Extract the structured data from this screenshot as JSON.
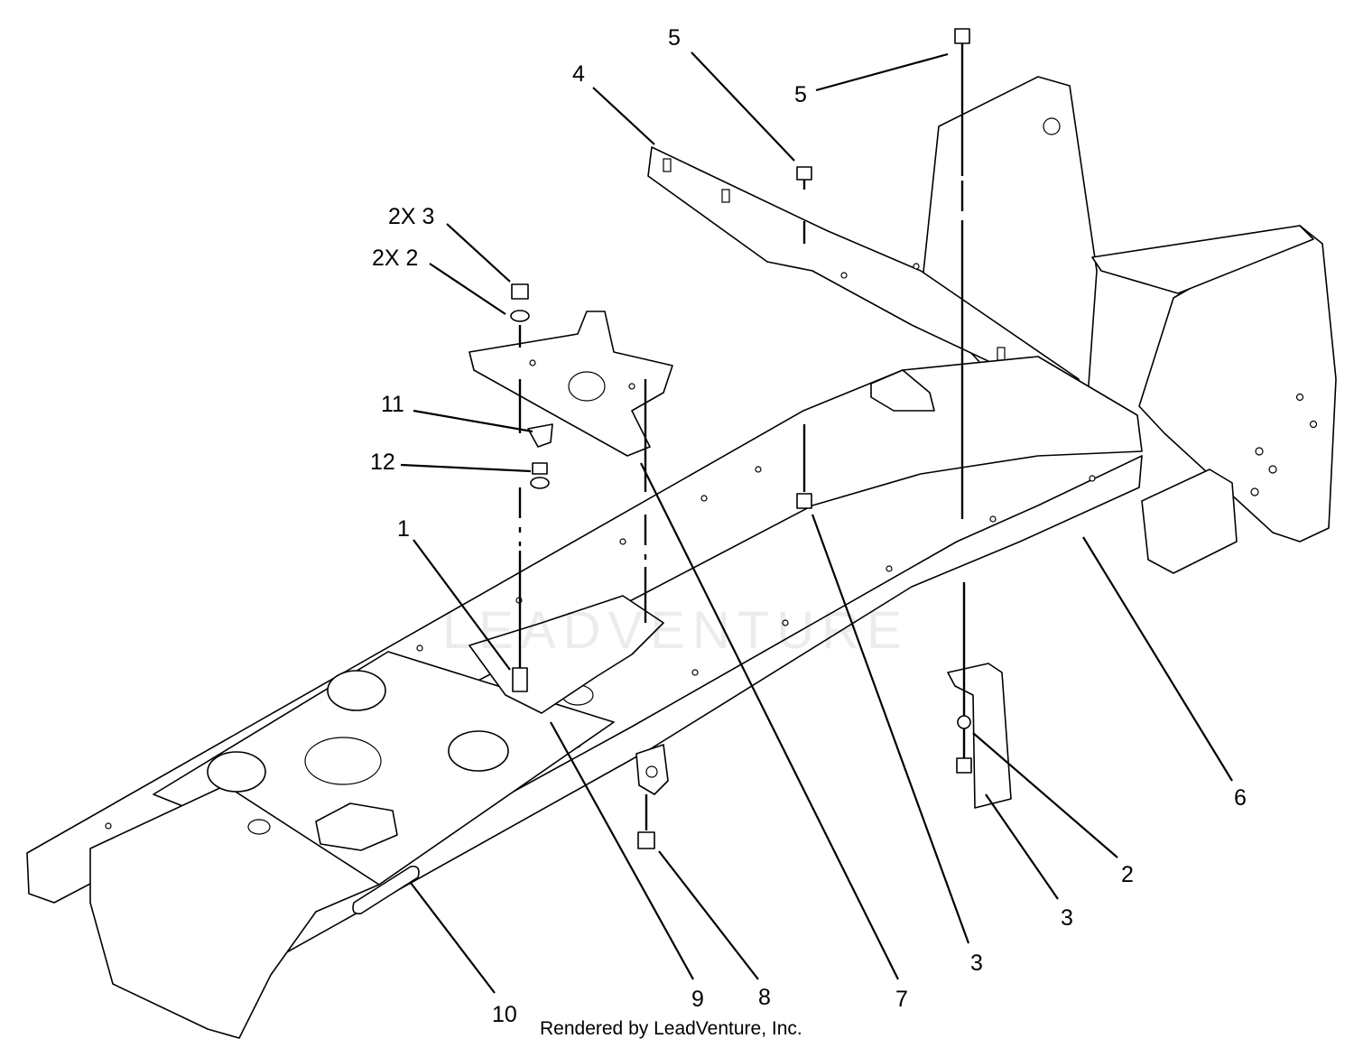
{
  "diagram": {
    "watermark": "LEADVENTURE",
    "credit": "Rendered by LeadVenture, Inc.",
    "callouts": [
      {
        "id": "c-5a",
        "label": "5"
      },
      {
        "id": "c-5b",
        "label": "5"
      },
      {
        "id": "c-4",
        "label": "4"
      },
      {
        "id": "c-2x3",
        "label": "2X 3"
      },
      {
        "id": "c-2x2",
        "label": "2X 2"
      },
      {
        "id": "c-11",
        "label": "11"
      },
      {
        "id": "c-12",
        "label": "12"
      },
      {
        "id": "c-1",
        "label": "1"
      },
      {
        "id": "c-6",
        "label": "6"
      },
      {
        "id": "c-2",
        "label": "2"
      },
      {
        "id": "c-3a",
        "label": "3"
      },
      {
        "id": "c-3b",
        "label": "3"
      },
      {
        "id": "c-7",
        "label": "7"
      },
      {
        "id": "c-8",
        "label": "8"
      },
      {
        "id": "c-9",
        "label": "9"
      },
      {
        "id": "c-10",
        "label": "10"
      }
    ]
  }
}
